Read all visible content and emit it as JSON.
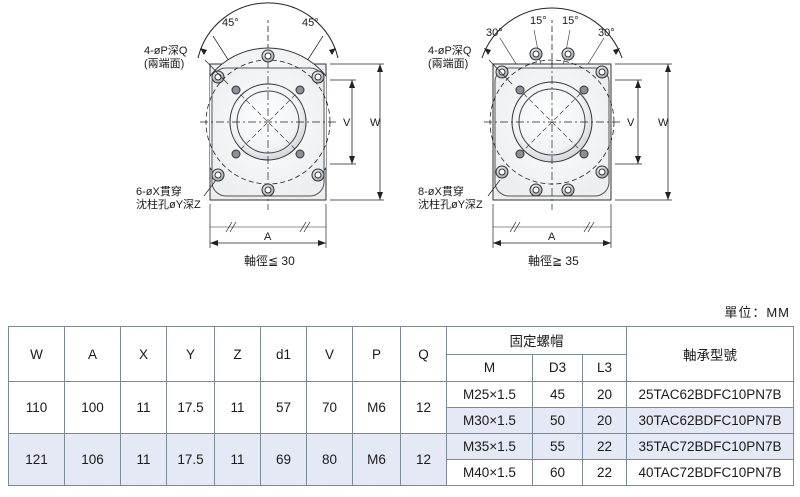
{
  "drawing_left": {
    "angle_left": "45°",
    "angle_right": "45°",
    "label_hole_line1": "4-øP深Q",
    "label_hole_line2": "(兩端面)",
    "label_thru_line1": "6-øX貫穿",
    "label_thru_line2": "沈柱孔øY深Z",
    "dim_v": "V",
    "dim_w": "W",
    "dim_a": "A",
    "caption": "軸徑≦ 30"
  },
  "drawing_right": {
    "angle_1": "30°",
    "angle_2": "15°",
    "angle_3": "15°",
    "angle_4": "30°",
    "label_hole_line1": "4-øP深Q",
    "label_hole_line2": "(兩端面)",
    "label_thru_line1": "8-øX貫穿",
    "label_thru_line2": "沈柱孔øY深Z",
    "dim_v": "V",
    "dim_w": "W",
    "dim_a": "A",
    "caption": "軸徑≧ 35"
  },
  "unit_label": "單位：MM",
  "table": {
    "headers": [
      "W",
      "A",
      "X",
      "Y",
      "Z",
      "d1",
      "V",
      "P",
      "Q"
    ],
    "group_header": "固定螺帽",
    "sub_headers": [
      "M",
      "D3",
      "L3"
    ],
    "last_header": "軸承型號",
    "groups": [
      {
        "W": "110",
        "A": "100",
        "X": "11",
        "Y": "17.5",
        "Z": "11",
        "d1": "57",
        "V": "70",
        "P": "M6",
        "Q": "12",
        "rows": [
          {
            "M": "M25×1.5",
            "D3": "45",
            "L3": "20",
            "bearing": "25TAC62BDFC10PN7B"
          },
          {
            "M": "M30×1.5",
            "D3": "50",
            "L3": "20",
            "bearing": "30TAC62BDFC10PN7B"
          }
        ]
      },
      {
        "W": "121",
        "A": "106",
        "X": "11",
        "Y": "17.5",
        "Z": "11",
        "d1": "69",
        "V": "80",
        "P": "M6",
        "Q": "12",
        "rows": [
          {
            "M": "M35×1.5",
            "D3": "55",
            "L3": "22",
            "bearing": "35TAC72BDFC10PN7B"
          },
          {
            "M": "M40×1.5",
            "D3": "60",
            "L3": "22",
            "bearing": "40TAC72BDFC10PN7B"
          }
        ]
      }
    ]
  }
}
